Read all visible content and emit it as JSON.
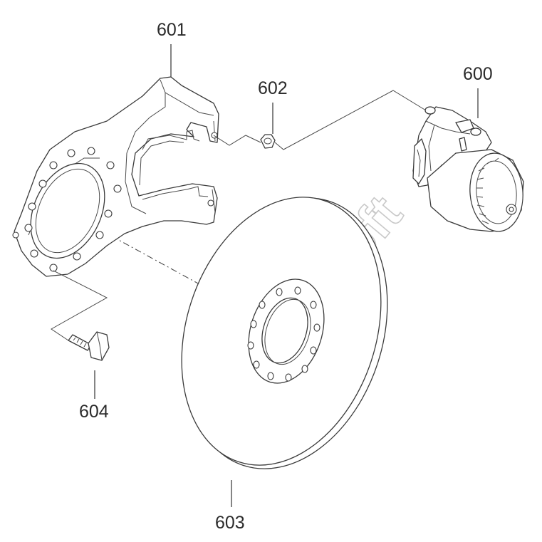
{
  "parts": [
    {
      "id": "part-600",
      "label": "600"
    },
    {
      "id": "part-601",
      "label": "601"
    },
    {
      "id": "part-602",
      "label": "602"
    },
    {
      "id": "part-603",
      "label": "603"
    },
    {
      "id": "part-604",
      "label": "604"
    }
  ],
  "watermark": "AutoSoft"
}
